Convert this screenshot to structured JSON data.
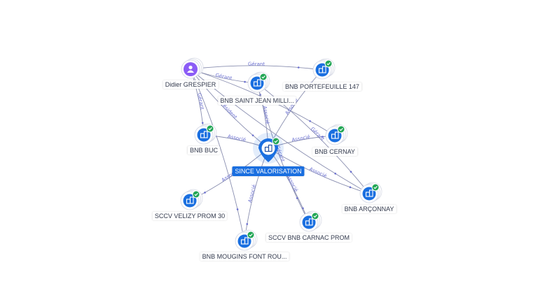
{
  "colors": {
    "company": "#1a6fe0",
    "person": "#8b5cf6",
    "check": "#22a655",
    "edge": "#8a8fb0",
    "edge_label": "#6a6fd0"
  },
  "nodes": [
    {
      "id": "center",
      "label": "SINCE VALORISATION",
      "type": "center",
      "icon": "building-icon"
    },
    {
      "id": "didier",
      "label": "Didier GRESPIER",
      "type": "person",
      "icon": "person-icon"
    },
    {
      "id": "stjean",
      "label": "BNB SAINT JEAN MILLI...",
      "type": "company",
      "icon": "building-icon"
    },
    {
      "id": "portef",
      "label": "BNB PORTEFEUILLE 147",
      "type": "company",
      "icon": "building-icon"
    },
    {
      "id": "buc",
      "label": "BNB BUC",
      "type": "company",
      "icon": "building-icon"
    },
    {
      "id": "cernay",
      "label": "BNB CERNAY",
      "type": "company",
      "icon": "building-icon"
    },
    {
      "id": "velizy",
      "label": "SCCV VELIZY PROM 30",
      "type": "company",
      "icon": "building-icon"
    },
    {
      "id": "arconnay",
      "label": "BNB ARÇONNAY",
      "type": "company",
      "icon": "building-icon"
    },
    {
      "id": "carnac",
      "label": "SCCV BNB CARNAC PROM",
      "type": "company",
      "icon": "building-icon"
    },
    {
      "id": "mougins",
      "label": "BNB MOUGINS FONT ROU...",
      "type": "company",
      "icon": "building-icon"
    }
  ],
  "edges": [
    {
      "from": "didier",
      "to": "portef",
      "label": "Gérant"
    },
    {
      "from": "didier",
      "to": "stjean",
      "label": "Gérant"
    },
    {
      "from": "didier",
      "to": "buc",
      "label": "Gérant"
    },
    {
      "from": "didier",
      "to": "center",
      "label": "Président"
    },
    {
      "from": "didier",
      "to": "cernay",
      "label": ""
    },
    {
      "from": "didier",
      "to": "arconnay",
      "label": ""
    },
    {
      "from": "didier",
      "to": "mougins",
      "label": ""
    },
    {
      "from": "center",
      "to": "stjean",
      "label": "Associé"
    },
    {
      "from": "center",
      "to": "portef",
      "label": "Associé"
    },
    {
      "from": "center",
      "to": "buc",
      "label": "Associé"
    },
    {
      "from": "center",
      "to": "cernay",
      "label": "Associé"
    },
    {
      "from": "center",
      "to": "arconnay",
      "label": "Associé"
    },
    {
      "from": "center",
      "to": "carnac",
      "label": "Associé"
    },
    {
      "from": "center",
      "to": "mougins",
      "label": "Associé"
    },
    {
      "from": "center",
      "to": "velizy",
      "label": "Associé"
    },
    {
      "from": "stjean",
      "to": "carnac",
      "label": "Gérant"
    },
    {
      "from": "stjean",
      "to": "arconnay",
      "label": "Gérant"
    }
  ]
}
